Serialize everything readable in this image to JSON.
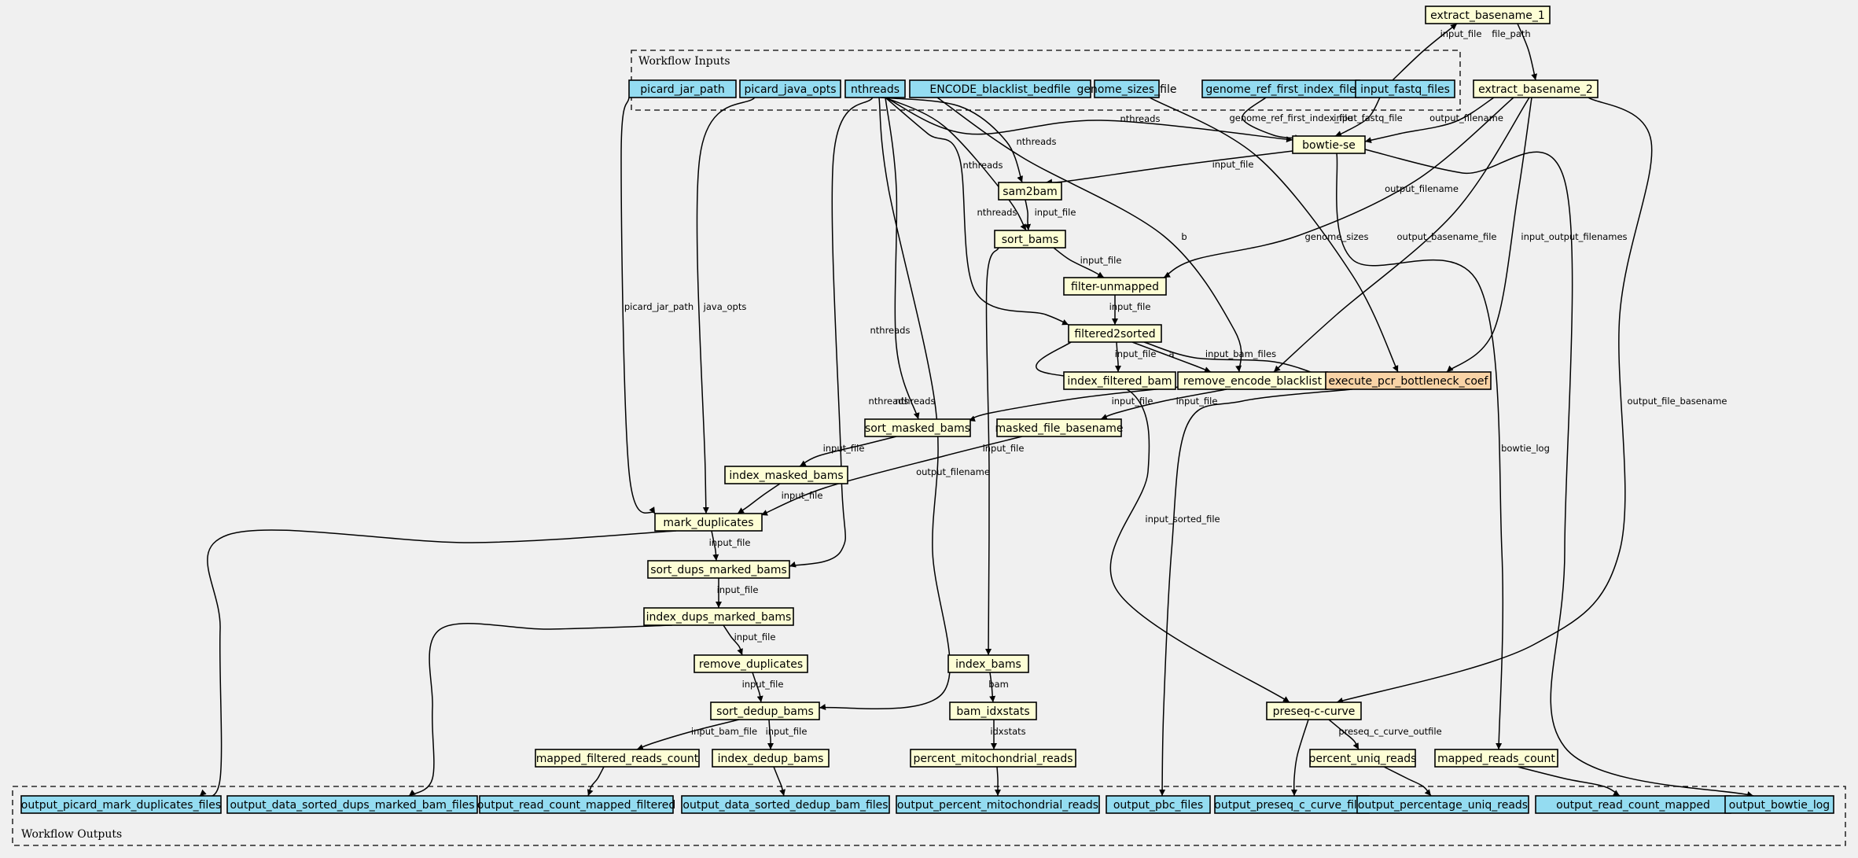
{
  "colors": {
    "input": "#94dcf1",
    "step": "#fdfed5",
    "highlight": "#f9d3a6",
    "edge": "#000000"
  },
  "clusters": [
    {
      "id": "workflow_inputs",
      "label": "Workflow Inputs"
    },
    {
      "id": "workflow_outputs",
      "label": "Workflow Outputs"
    }
  ],
  "nodes": [
    {
      "id": "picard_jar_path",
      "label": "picard_jar_path",
      "kind": "input"
    },
    {
      "id": "picard_java_opts",
      "label": "picard_java_opts",
      "kind": "input"
    },
    {
      "id": "nthreads",
      "label": "nthreads",
      "kind": "input"
    },
    {
      "id": "ENCODE_blacklist_bedfile",
      "label": "ENCODE_blacklist_bedfile",
      "kind": "input"
    },
    {
      "id": "genome_sizes_file",
      "label": "genome_sizes_file",
      "kind": "input"
    },
    {
      "id": "genome_ref_first_index_file",
      "label": "genome_ref_first_index_file",
      "kind": "input"
    },
    {
      "id": "input_fastq_files",
      "label": "input_fastq_files",
      "kind": "input"
    },
    {
      "id": "extract_basename_1",
      "label": "extract_basename_1",
      "kind": "step"
    },
    {
      "id": "extract_basename_2",
      "label": "extract_basename_2",
      "kind": "step"
    },
    {
      "id": "bowtie_se",
      "label": "bowtie-se",
      "kind": "step"
    },
    {
      "id": "sam2bam",
      "label": "sam2bam",
      "kind": "step"
    },
    {
      "id": "sort_bams",
      "label": "sort_bams",
      "kind": "step"
    },
    {
      "id": "filter_unmapped",
      "label": "filter-unmapped",
      "kind": "step"
    },
    {
      "id": "filtered2sorted",
      "label": "filtered2sorted",
      "kind": "step"
    },
    {
      "id": "index_filtered_bam",
      "label": "index_filtered_bam",
      "kind": "step"
    },
    {
      "id": "remove_encode_blacklist",
      "label": "remove_encode_blacklist",
      "kind": "step"
    },
    {
      "id": "execute_pcr_bottleneck_coef",
      "label": "execute_pcr_bottleneck_coef",
      "kind": "highlight"
    },
    {
      "id": "sort_masked_bams",
      "label": "sort_masked_bams",
      "kind": "step"
    },
    {
      "id": "masked_file_basename",
      "label": "masked_file_basename",
      "kind": "step"
    },
    {
      "id": "index_masked_bams",
      "label": "index_masked_bams",
      "kind": "step"
    },
    {
      "id": "mark_duplicates",
      "label": "mark_duplicates",
      "kind": "step"
    },
    {
      "id": "sort_dups_marked_bams",
      "label": "sort_dups_marked_bams",
      "kind": "step"
    },
    {
      "id": "index_dups_marked_bams",
      "label": "index_dups_marked_bams",
      "kind": "step"
    },
    {
      "id": "remove_duplicates",
      "label": "remove_duplicates",
      "kind": "step"
    },
    {
      "id": "sort_dedup_bams",
      "label": "sort_dedup_bams",
      "kind": "step"
    },
    {
      "id": "mapped_filtered_reads_count",
      "label": "mapped_filtered_reads_count",
      "kind": "step"
    },
    {
      "id": "index_dedup_bams",
      "label": "index_dedup_bams",
      "kind": "step"
    },
    {
      "id": "index_bams",
      "label": "index_bams",
      "kind": "step"
    },
    {
      "id": "bam_idxstats",
      "label": "bam_idxstats",
      "kind": "step"
    },
    {
      "id": "percent_mitochondrial_reads",
      "label": "percent_mitochondrial_reads",
      "kind": "step"
    },
    {
      "id": "preseq_c_curve",
      "label": "preseq-c-curve",
      "kind": "step"
    },
    {
      "id": "percent_uniq_reads",
      "label": "percent_uniq_reads",
      "kind": "step"
    },
    {
      "id": "mapped_reads_count",
      "label": "mapped_reads_count",
      "kind": "step"
    },
    {
      "id": "output_picard_mark_duplicates_files",
      "label": "output_picard_mark_duplicates_files",
      "kind": "input"
    },
    {
      "id": "output_data_sorted_dups_marked_bam_files",
      "label": "output_data_sorted_dups_marked_bam_files",
      "kind": "input"
    },
    {
      "id": "output_read_count_mapped_filtered",
      "label": "output_read_count_mapped_filtered",
      "kind": "input"
    },
    {
      "id": "output_data_sorted_dedup_bam_files",
      "label": "output_data_sorted_dedup_bam_files",
      "kind": "input"
    },
    {
      "id": "output_percent_mitochondrial_reads",
      "label": "output_percent_mitochondrial_reads",
      "kind": "input"
    },
    {
      "id": "output_pbc_files",
      "label": "output_pbc_files",
      "kind": "input"
    },
    {
      "id": "output_preseq_c_curve_files",
      "label": "output_preseq_c_curve_files",
      "kind": "input"
    },
    {
      "id": "output_percentage_uniq_reads",
      "label": "output_percentage_uniq_reads",
      "kind": "input"
    },
    {
      "id": "output_read_count_mapped",
      "label": "output_read_count_mapped",
      "kind": "input"
    },
    {
      "id": "output_bowtie_log",
      "label": "output_bowtie_log",
      "kind": "input"
    }
  ],
  "edges": [
    {
      "from": "input_fastq_files",
      "to": "extract_basename_1",
      "label": "input_file"
    },
    {
      "from": "extract_basename_1",
      "to": "extract_basename_2",
      "label": "file_path"
    },
    {
      "from": "nthreads",
      "to": "bowtie_se",
      "label": "nthreads"
    },
    {
      "from": "genome_ref_first_index_file",
      "to": "bowtie_se",
      "label": "genome_ref_first_index_file"
    },
    {
      "from": "input_fastq_files",
      "to": "bowtie_se",
      "label": "input_fastq_file"
    },
    {
      "from": "extract_basename_2",
      "to": "bowtie_se",
      "label": "output_filename"
    },
    {
      "from": "nthreads",
      "to": "sam2bam",
      "label": "nthreads"
    },
    {
      "from": "bowtie_se",
      "to": "sam2bam",
      "label": "input_file"
    },
    {
      "from": "nthreads",
      "to": "sort_bams",
      "label": "nthreads"
    },
    {
      "from": "sam2bam",
      "to": "sort_bams",
      "label": "input_file"
    },
    {
      "from": "sort_bams",
      "to": "filter_unmapped",
      "label": "input_file"
    },
    {
      "from": "extract_basename_2",
      "to": "filter_unmapped",
      "label": "output_filename"
    },
    {
      "from": "nthreads",
      "to": "filtered2sorted",
      "label": "nthreads"
    },
    {
      "from": "filter_unmapped",
      "to": "filtered2sorted",
      "label": "input_file"
    },
    {
      "from": "filtered2sorted",
      "to": "index_filtered_bam",
      "label": "input_file"
    },
    {
      "from": "filtered2sorted",
      "to": "remove_encode_blacklist",
      "label": "a"
    },
    {
      "from": "ENCODE_blacklist_bedfile",
      "to": "remove_encode_blacklist",
      "label": "b"
    },
    {
      "from": "extract_basename_2",
      "to": "remove_encode_blacklist",
      "label": "output_basename_file"
    },
    {
      "from": "filtered2sorted",
      "to": "execute_pcr_bottleneck_coef",
      "label": "input_bam_files"
    },
    {
      "from": "genome_sizes_file",
      "to": "execute_pcr_bottleneck_coef",
      "label": "genome_sizes"
    },
    {
      "from": "extract_basename_2",
      "to": "execute_pcr_bottleneck_coef",
      "label": "input_output_filenames"
    },
    {
      "from": "nthreads",
      "to": "sort_masked_bams",
      "label": "nthreads"
    },
    {
      "from": "remove_encode_blacklist",
      "to": "sort_masked_bams",
      "label": "input_file"
    },
    {
      "from": "remove_encode_blacklist",
      "to": "masked_file_basename",
      "label": "input_file"
    },
    {
      "from": "sort_masked_bams",
      "to": "index_masked_bams",
      "label": "input_file"
    },
    {
      "from": "picard_jar_path",
      "to": "mark_duplicates",
      "label": "picard_jar_path"
    },
    {
      "from": "picard_java_opts",
      "to": "mark_duplicates",
      "label": "java_opts"
    },
    {
      "from": "index_masked_bams",
      "to": "mark_duplicates",
      "label": "input_file"
    },
    {
      "from": "masked_file_basename",
      "to": "mark_duplicates",
      "label": "output_filename"
    },
    {
      "from": "nthreads",
      "to": "sort_dups_marked_bams",
      "label": "nthreads"
    },
    {
      "from": "mark_duplicates",
      "to": "sort_dups_marked_bams",
      "label": "input_file"
    },
    {
      "from": "sort_dups_marked_bams",
      "to": "index_dups_marked_bams",
      "label": "input_file"
    },
    {
      "from": "index_dups_marked_bams",
      "to": "remove_duplicates",
      "label": "input_file"
    },
    {
      "from": "nthreads",
      "to": "sort_dedup_bams",
      "label": "nthreads"
    },
    {
      "from": "remove_duplicates",
      "to": "sort_dedup_bams",
      "label": "input_file"
    },
    {
      "from": "sort_dedup_bams",
      "to": "mapped_filtered_reads_count",
      "label": "input_bam_file"
    },
    {
      "from": "sort_dedup_bams",
      "to": "index_dedup_bams",
      "label": "input_file"
    },
    {
      "from": "sort_bams",
      "to": "index_bams",
      "label": "input_file"
    },
    {
      "from": "index_bams",
      "to": "bam_idxstats",
      "label": "bam"
    },
    {
      "from": "bam_idxstats",
      "to": "percent_mitochondrial_reads",
      "label": "idxstats"
    },
    {
      "from": "filtered2sorted",
      "to": "preseq_c_curve",
      "label": "input_sorted_file"
    },
    {
      "from": "extract_basename_2",
      "to": "preseq_c_curve",
      "label": "output_file_basename"
    },
    {
      "from": "preseq_c_curve",
      "to": "percent_uniq_reads",
      "label": "preseq_c_curve_outfile"
    },
    {
      "from": "bowtie_se",
      "to": "mapped_reads_count",
      "label": "bowtie_log"
    },
    {
      "from": "mark_duplicates",
      "to": "output_picard_mark_duplicates_files",
      "label": ""
    },
    {
      "from": "index_dups_marked_bams",
      "to": "output_data_sorted_dups_marked_bam_files",
      "label": ""
    },
    {
      "from": "mapped_filtered_reads_count",
      "to": "output_read_count_mapped_filtered",
      "label": ""
    },
    {
      "from": "index_dedup_bams",
      "to": "output_data_sorted_dedup_bam_files",
      "label": ""
    },
    {
      "from": "percent_mitochondrial_reads",
      "to": "output_percent_mitochondrial_reads",
      "label": ""
    },
    {
      "from": "execute_pcr_bottleneck_coef",
      "to": "output_pbc_files",
      "label": ""
    },
    {
      "from": "preseq_c_curve",
      "to": "output_preseq_c_curve_files",
      "label": ""
    },
    {
      "from": "percent_uniq_reads",
      "to": "output_percentage_uniq_reads",
      "label": ""
    },
    {
      "from": "mapped_reads_count",
      "to": "output_read_count_mapped",
      "label": ""
    },
    {
      "from": "bowtie_se",
      "to": "output_bowtie_log",
      "label": ""
    }
  ]
}
